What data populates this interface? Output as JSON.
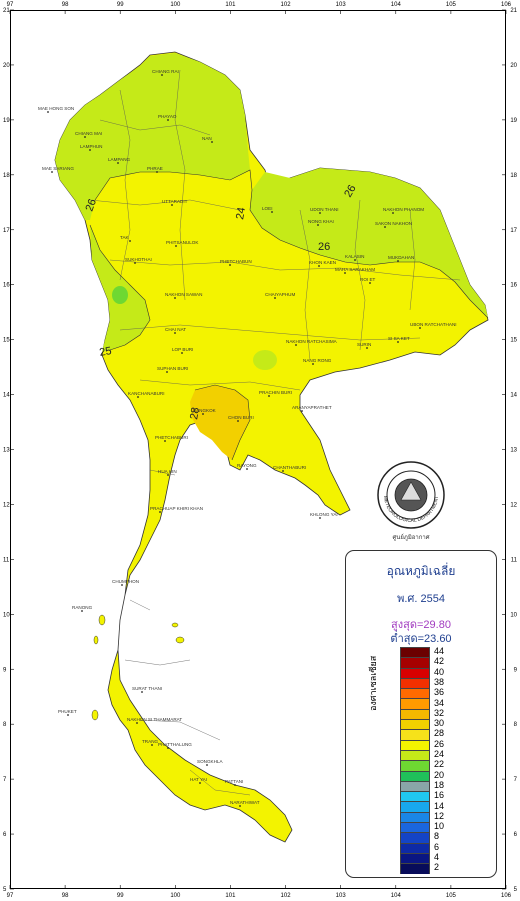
{
  "map": {
    "lon_ticks": [
      "97",
      "98",
      "99",
      "100",
      "101",
      "102",
      "103",
      "104",
      "105",
      "106"
    ],
    "lat_ticks": [
      "21",
      "20",
      "19",
      "18",
      "17",
      "16",
      "15",
      "14",
      "13",
      "12",
      "11",
      "10",
      "9",
      "8",
      "7",
      "6",
      "5"
    ],
    "contour_labels": [
      "26",
      "24",
      "26",
      "26",
      "25",
      "28"
    ],
    "places": [
      "CHIANG RAI",
      "MAE HONG SON",
      "CHIANG MAI",
      "LAMPHUN",
      "LAMPANG",
      "PHAYAO",
      "NAN",
      "PHRAE",
      "MAE SARIANG",
      "UTTARADIT",
      "LOEI",
      "UDON THANI",
      "NONG KHAI",
      "NAKHON PHANOM",
      "SAKON NAKHON",
      "MUKDAHAN",
      "TAK",
      "SUKHOTHAI",
      "PHITSANULOK",
      "PHETCHABUN",
      "KHON KAEN",
      "MAHA SARAKHAM",
      "ROI ET",
      "KALASIN",
      "CHAIYAPHUM",
      "NAKHON SAWAN",
      "UBON RATCHATHANI",
      "CHAI NAT",
      "NAKHON RATCHASIMA",
      "SURIN",
      "SI SA KET",
      "LOP BURI",
      "SUPHAN BURI",
      "NANG RONG",
      "KANCHANABURI",
      "PRACHIN BURI",
      "BANGKOK",
      "ARANYAPRATHET",
      "CHON BURI",
      "PHETCHABURI",
      "RAYONG",
      "CHANTHABURI",
      "HUA HIN",
      "KHLONG YAI",
      "PRACHUAP KHIRI KHAN",
      "CHUMPHON",
      "RANONG",
      "SURAT THANI",
      "PHUKET",
      "NAKHON SI THAMMARAT",
      "TRANG",
      "PHATTHALUNG",
      "SONGKHLA",
      "HAT YAI",
      "PATTANI",
      "NARATHIWAT"
    ]
  },
  "seal": {
    "ring_text": "METEOROLOGICAL DEPARTMENT",
    "caption": "ศูนย์ภูมิอากาศ"
  },
  "legend": {
    "title": "อุณหภูมิเฉลี่ย",
    "year": "พ.ศ. 2554",
    "max": "สูงสุด=29.80",
    "min": "ต่ำสุด=23.60",
    "unit": "องศาเซลเซียส",
    "scale": [
      {
        "label": "44",
        "color": "#6b0000"
      },
      {
        "label": "42",
        "color": "#a60000"
      },
      {
        "label": "40",
        "color": "#d80000"
      },
      {
        "label": "38",
        "color": "#f23000"
      },
      {
        "label": "36",
        "color": "#ff6a00"
      },
      {
        "label": "34",
        "color": "#ff9a00"
      },
      {
        "label": "32",
        "color": "#f5b800"
      },
      {
        "label": "30",
        "color": "#f2d000"
      },
      {
        "label": "28",
        "color": "#f6e21a"
      },
      {
        "label": "26",
        "color": "#f3f300"
      },
      {
        "label": "24",
        "color": "#c5ea18"
      },
      {
        "label": "22",
        "color": "#6ed832"
      },
      {
        "label": "20",
        "color": "#20c05a"
      },
      {
        "label": "18",
        "color": "#8aa6a8"
      },
      {
        "label": "16",
        "color": "#20c8f0"
      },
      {
        "label": "14",
        "color": "#18a8ee"
      },
      {
        "label": "12",
        "color": "#1a86e6"
      },
      {
        "label": "10",
        "color": "#1a66de"
      },
      {
        "label": "8",
        "color": "#1444c6"
      },
      {
        "label": "6",
        "color": "#0e2aa6"
      },
      {
        "label": "4",
        "color": "#0a1682"
      },
      {
        "label": "2",
        "color": "#080c5a"
      }
    ]
  },
  "colors": {
    "band_24_26": "#c5ea18",
    "band_26_28": "#f3f300",
    "band_28_30": "#f2d000",
    "sea": "#ffffff"
  }
}
